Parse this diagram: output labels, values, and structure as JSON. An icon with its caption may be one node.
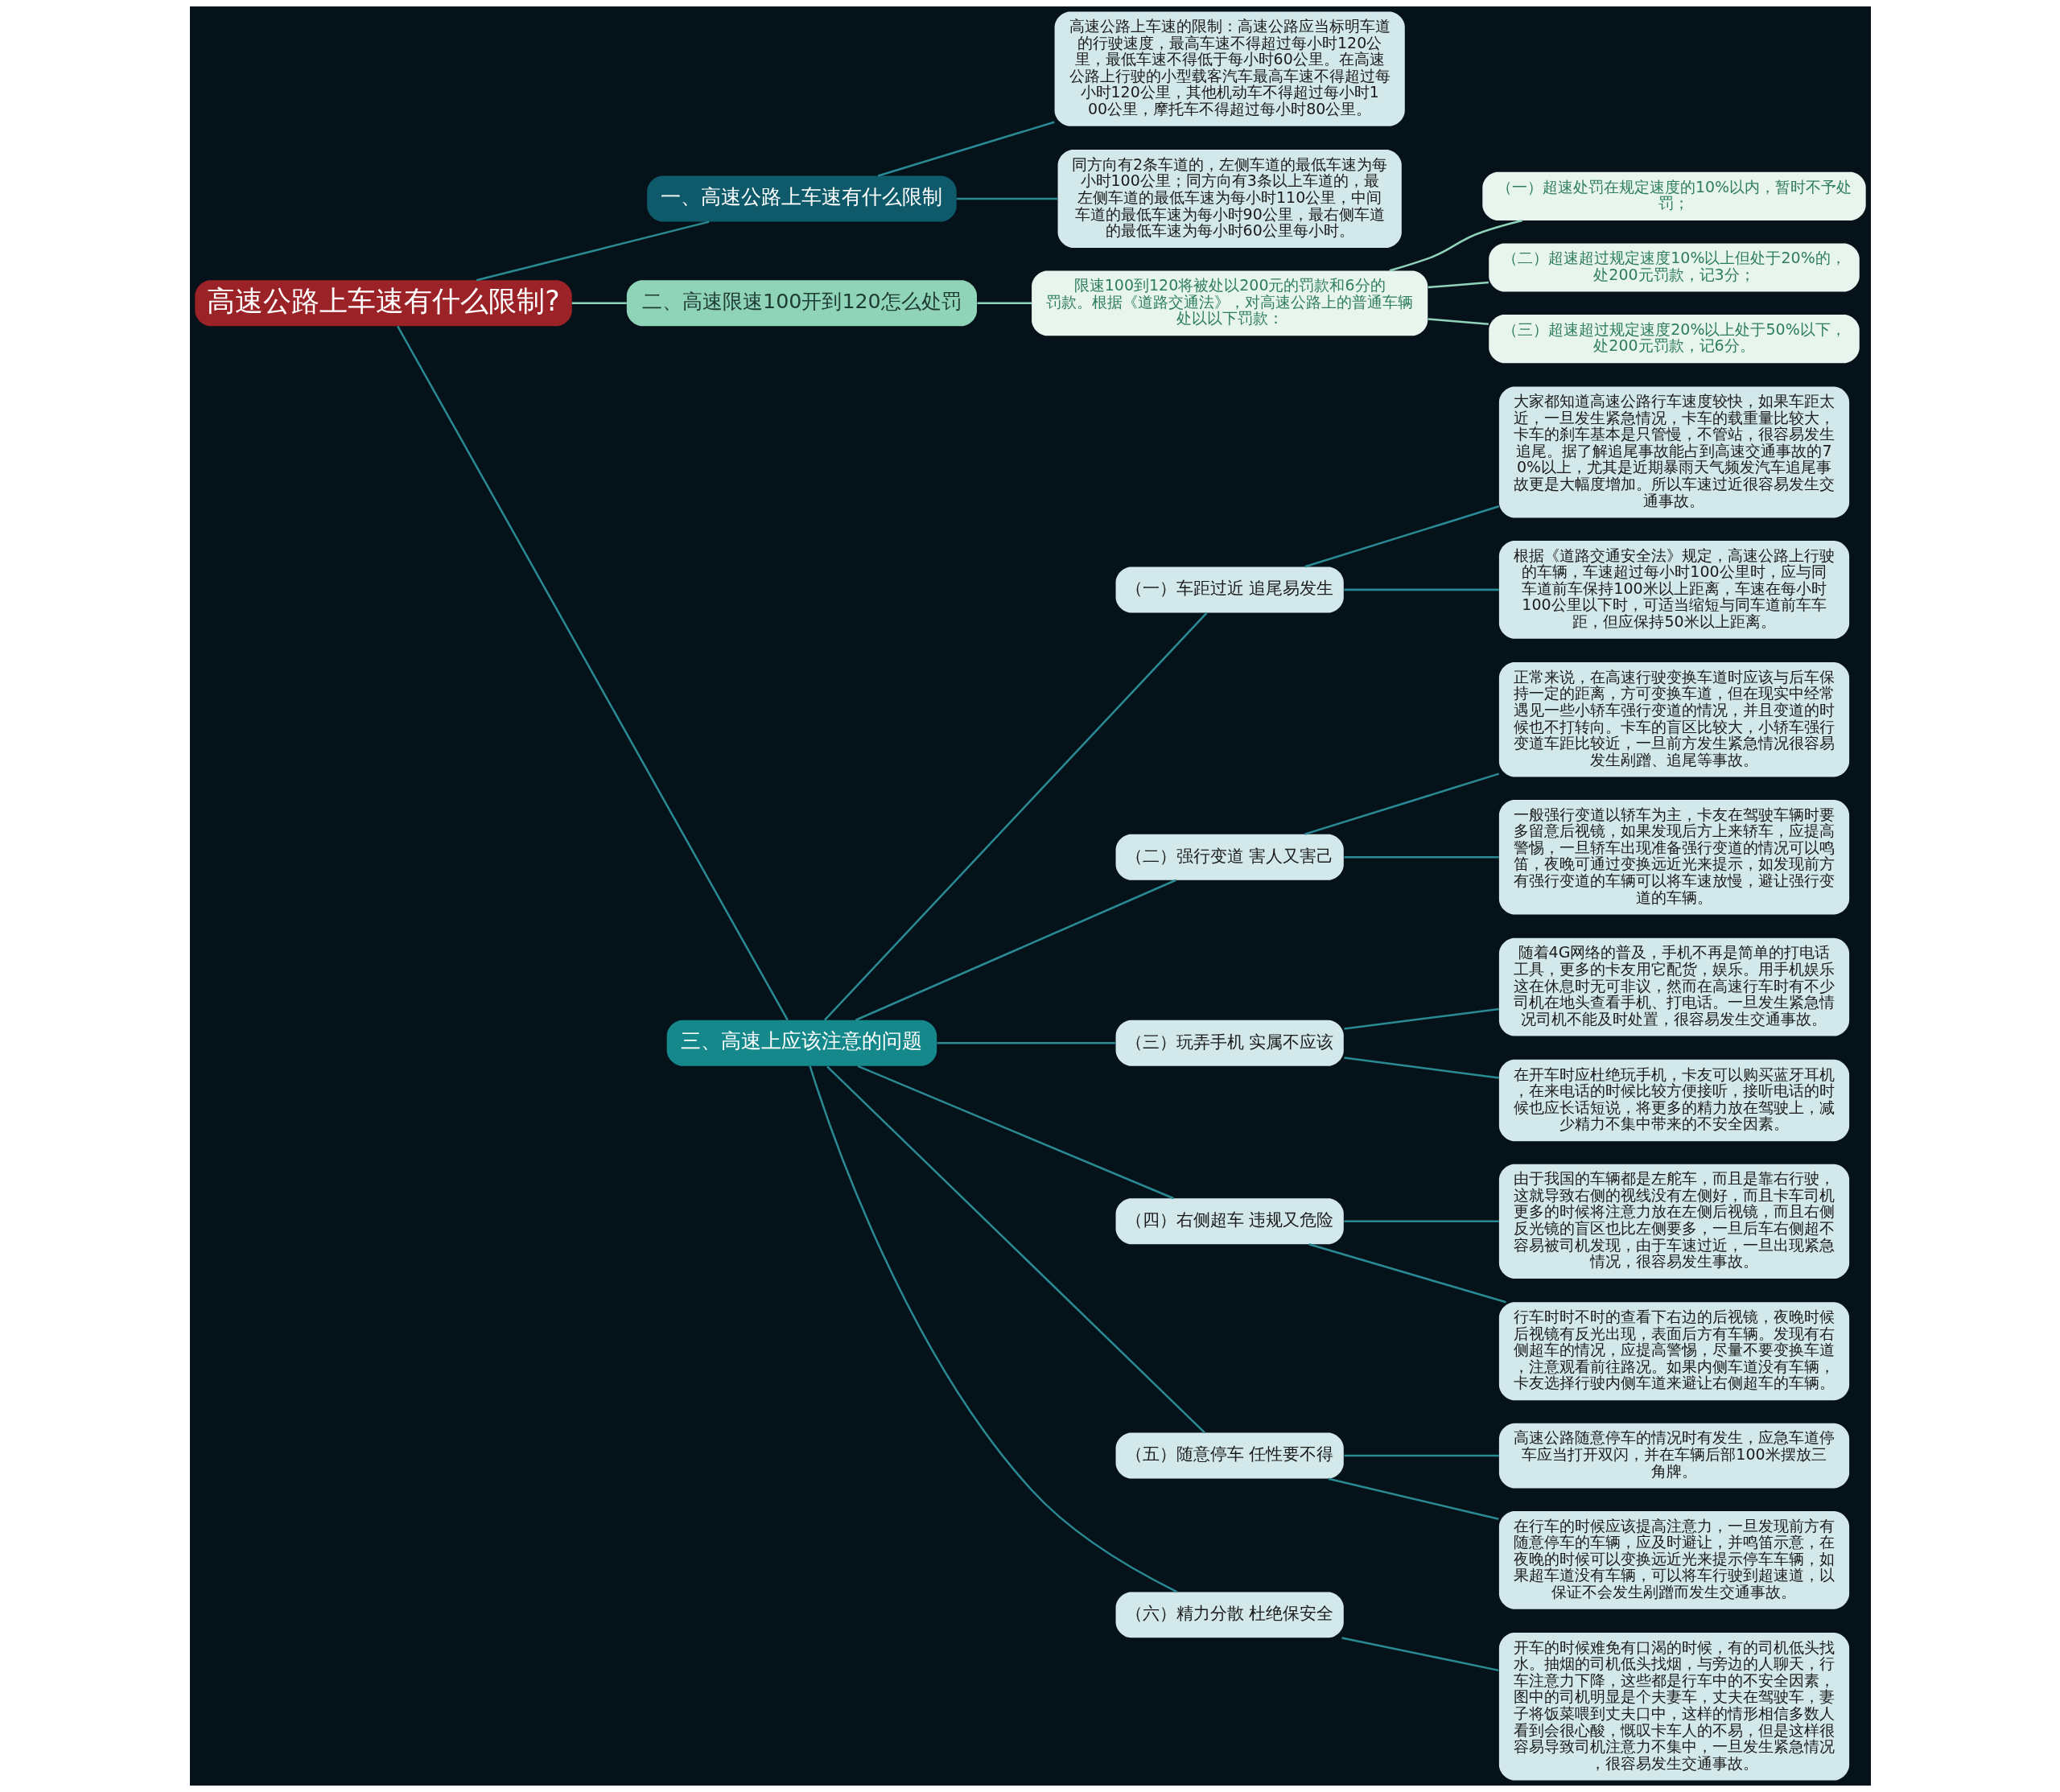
{
  "diagram": {
    "nodes": [
      {
        "text": [
          "高速公路上车速有什么限制?"
        ]
      },
      {
        "text": [
          "一、高速公路上车速有什么限制"
        ]
      },
      {
        "text": [
          "高速公路上车速的限制：高速公路应当标明车道的行驶速度，最高车速不得超过每小时120公里，最低车速不得低于每小时60公里。在高速公路上行驶的小型载客汽车最高车速不得超过每小时120公里，其他机动车不得超过每小时100公里，摩托车不得超过每小时80公里。"
        ]
      },
      {
        "text": [
          "同方向有2条车道的，左侧车道的最低车速为每小时100公里；同方向有3条以上车道的，最左侧车道的最低车速为每小时110公里，中间车道的最低车速为每小时90公里，最右侧车道的最低车速为每小时60公里每小时。"
        ]
      },
      {
        "text": [
          "二、高速限速100开到120怎么处罚"
        ]
      },
      {
        "text": [
          "限速100到120将被处以200元的罚款和6分的罚款。根据《道路交通法》，对高速公路上的普通车辆处以以下罚款："
        ]
      },
      {
        "text": [
          "（一）超速处罚在规定速度的10%以内，暂时不予处罚；"
        ]
      },
      {
        "text": [
          "（二）超速超过规定速度10%以上但处于20%的，处200元罚款，记3分；"
        ]
      },
      {
        "text": [
          "（三）超速超过规定速度20%以上处于50%以下，处200元罚款，记6分。"
        ]
      },
      {
        "text": [
          "三、高速上应该注意的问题"
        ]
      },
      {
        "text": [
          "（一）车距过近 追尾易发生"
        ]
      },
      {
        "text": [
          "大家都知道高速公路行车速度较快，如果车距太近，一旦发生紧急情况，卡车的载重量比较大，卡车的刹车基本是只管慢，不管站，很容易发生追尾。据了解追尾事故能占到高速交通事故的70%以上，尤其是近期暴雨天气频发汽车追尾事故更是大幅度增加。所以车速过近很容易发生交通事故。"
        ]
      },
      {
        "text": [
          "根据《道路交通安全法》规定，高速公路上行驶的车辆，车速超过每小时100公里时，应与同车道前车保持100米以上距离，车速在每小时100公里以下时，可适当缩短与同车道前车车距，但应保持50米以上距离。"
        ]
      },
      {
        "text": [
          "（二）强行变道 害人又害己"
        ]
      },
      {
        "text": [
          "正常来说，在高速行驶变换车道时应该与后车保持一定的距离，方可变换车道，但在现实中经常遇见一些小轿车强行变道的情况，并且变道的时候也不打转向。卡车的盲区比较大，小轿车强行变道车距比较近，一旦前方发生紧急情况很容易发生剐蹭、追尾等事故。"
        ]
      },
      {
        "text": [
          "一般强行变道以轿车为主，卡友在驾驶车辆时要多留意后视镜，如果发现后方上来轿车，应提高警惕，一旦轿车出现准备强行变道的情况可以鸣笛，夜晚可通过变换远近光来提示，如发现前方有强行变道的车辆可以将车速放慢，避让强行变道的车辆。"
        ]
      },
      {
        "text": [
          "（三）玩弄手机 实属不应该"
        ]
      },
      {
        "text": [
          "随着4G网络的普及，手机不再是简单的打电话工具，更多的卡友用它配货，娱乐。用手机娱乐这在休息时无可非议，然而在高速行车时有不少司机在地头查看手机、打电话。一旦发生紧急情况司机不能及时处置，很容易发生交通事故。"
        ]
      },
      {
        "text": [
          "在开车时应杜绝玩手机，卡友可以购买蓝牙耳机，在来电话的时候比较方便接听，接听电话的时候也应长话短说，将更多的精力放在驾驶上，减少精力不集中带来的不安全因素。"
        ]
      },
      {
        "text": [
          "（四）右侧超车 违规又危险"
        ]
      },
      {
        "text": [
          "由于我国的车辆都是左舵车，而且是靠右行驶，这就导致右侧的视线没有左侧好，而且卡车司机更多的时候将注意力放在左侧后视镜，而且右侧反光镜的盲区也比左侧要多，一旦后车右侧超不容易被司机发现，由于车速过近，一旦出现紧急情况，很容易发生事故。"
        ]
      },
      {
        "text": [
          "行车时时不时的查看下右边的后视镜，夜晚时候后视镜有反光出现，表面后方有车辆。发现有右侧超车的情况，应提高警惕，尽量不要变换车道，注意观看前往路况。如果内侧车道没有车辆，卡友选择行驶内侧车道来避让右侧超车的车辆。"
        ]
      },
      {
        "text": [
          "（五）随意停车 任性要不得"
        ]
      },
      {
        "text": [
          "高速公路随意停车的情况时有发生，应急车道停车应当打开双闪，并在车辆后部100米摆放三角牌。"
        ]
      },
      {
        "text": [
          "在行车的时候应该提高注意力，一旦发现前方有随意停车的车辆，应及时避让，并鸣笛示意，在夜晚的时候可以变换远近光来提示停车车辆，如果超车道没有车辆，可以将车行驶到超速道，以保证不会发生剐蹭而发生交通事故。"
        ]
      },
      {
        "text": [
          "（六）精力分散 杜绝保安全"
        ]
      },
      {
        "text": [
          "开车的时候难免有口渴的时候，有的司机低头找水。抽烟的司机低头找烟，与旁边的人聊天，行车注意力下降，这些都是行车中的不安全因素，图中的司机明显是个夫妻车，丈夫在驾驶车，妻子将饭菜喂到丈夫口中，这样的情形相信多数人看到会很心酸，慨叹卡车人的不易，但是这样很容易导致司机注意力不集中，一旦发生紧急情况，很容易发生交通事故。"
        ]
      }
    ],
    "edges": [
      {
        "from": 0,
        "to": 1,
        "arrow": "none"
      },
      {
        "from": 1,
        "to": 2,
        "arrow": "none"
      },
      {
        "from": 1,
        "to": 3,
        "arrow": "none"
      },
      {
        "from": 0,
        "to": 4,
        "arrow": "none",
        "color": "#8fd3b9"
      },
      {
        "from": 4,
        "to": 5,
        "arrow": "none",
        "color": "#8fd3b9"
      },
      {
        "from": 5,
        "to": 6,
        "arrow": "none",
        "color": "#8fd3b9"
      },
      {
        "from": 5,
        "to": 7,
        "arrow": "none",
        "color": "#8fd3b9"
      },
      {
        "from": 5,
        "to": 8,
        "arrow": "none",
        "color": "#8fd3b9"
      },
      {
        "from": 0,
        "to": 9,
        "arrow": "none"
      },
      {
        "from": 9,
        "to": 10,
        "arrow": "none"
      },
      {
        "from": 10,
        "to": 11,
        "arrow": "none"
      },
      {
        "from": 10,
        "to": 12,
        "arrow": "none"
      },
      {
        "from": 9,
        "to": 13,
        "arrow": "none"
      },
      {
        "from": 13,
        "to": 14,
        "arrow": "none"
      },
      {
        "from": 13,
        "to": 15,
        "arrow": "none"
      },
      {
        "from": 9,
        "to": 16,
        "arrow": "none"
      },
      {
        "from": 16,
        "to": 17,
        "arrow": "none"
      },
      {
        "from": 16,
        "to": 18,
        "arrow": "none"
      },
      {
        "from": 9,
        "to": 19,
        "arrow": "none"
      },
      {
        "from": 19,
        "to": 20,
        "arrow": "none"
      },
      {
        "from": 19,
        "to": 21,
        "arrow": "none"
      },
      {
        "from": 9,
        "to": 22,
        "arrow": "none"
      },
      {
        "from": 22,
        "to": 23,
        "arrow": "none"
      },
      {
        "from": 22,
        "to": 24,
        "arrow": "none"
      },
      {
        "from": 9,
        "to": 25,
        "arrow": "none"
      },
      {
        "from": 25,
        "to": 26,
        "arrow": "none"
      }
    ]
  }
}
